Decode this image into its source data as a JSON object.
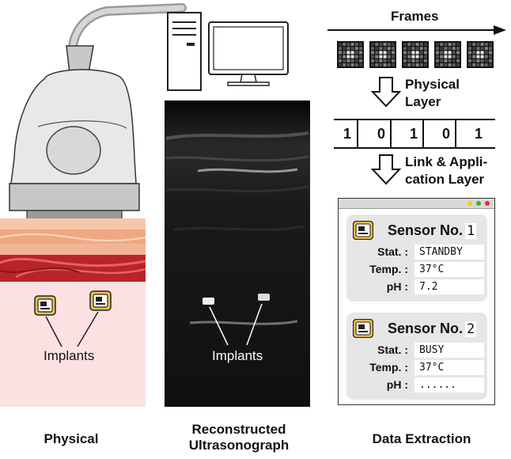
{
  "captions": {
    "physical": "Physical",
    "ultrasonograph": "Reconstructed\nUltrasonograph",
    "extraction": "Data Extraction"
  },
  "labels": {
    "implants_left": "Implants",
    "implants_middle": "Implants",
    "frames": "Frames",
    "physical_layer_1": "Physical",
    "physical_layer_2": "Layer",
    "link_layer_1": "Link & Appli-",
    "link_layer_2": "cation Layer"
  },
  "bits": [
    "1",
    "0",
    "1",
    "0",
    "1"
  ],
  "sensors": [
    {
      "title": "Sensor No.",
      "number": "1",
      "rows": [
        {
          "key": "Stat. :",
          "value": "STANDBY"
        },
        {
          "key": "Temp. :",
          "value": "37°C"
        },
        {
          "key": "pH :",
          "value": "7.2"
        }
      ]
    },
    {
      "title": "Sensor No.",
      "number": "2",
      "rows": [
        {
          "key": "Stat. :",
          "value": "BUSY"
        },
        {
          "key": "Temp. :",
          "value": "37°C"
        },
        {
          "key": "pH :",
          "value": "......"
        }
      ]
    }
  ],
  "window_dots": [
    "#f0d000",
    "#33b633",
    "#e03030"
  ]
}
